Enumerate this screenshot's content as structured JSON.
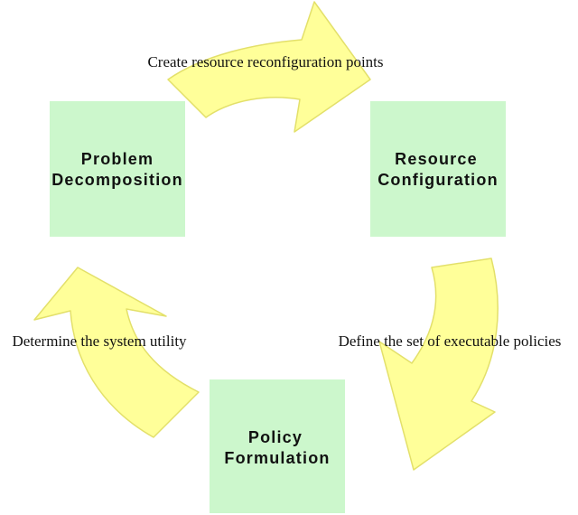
{
  "colors": {
    "box_fill": "#ccf7cc",
    "arrow_fill": "#ffff99",
    "arrow_stroke": "#e3e06a",
    "text": "#111111"
  },
  "boxes": {
    "problem_decomposition": {
      "line1": "Problem",
      "line2": "Decomposition"
    },
    "resource_configuration": {
      "line1": "Resource",
      "line2": "Configuration"
    },
    "policy_formulation": {
      "line1": "Policy",
      "line2": "Formulation"
    }
  },
  "arrows": {
    "top": {
      "label": "Create resource reconfiguration points"
    },
    "right": {
      "label": "Define the set of executable policies"
    },
    "left": {
      "label": "Determine the system utility"
    }
  }
}
